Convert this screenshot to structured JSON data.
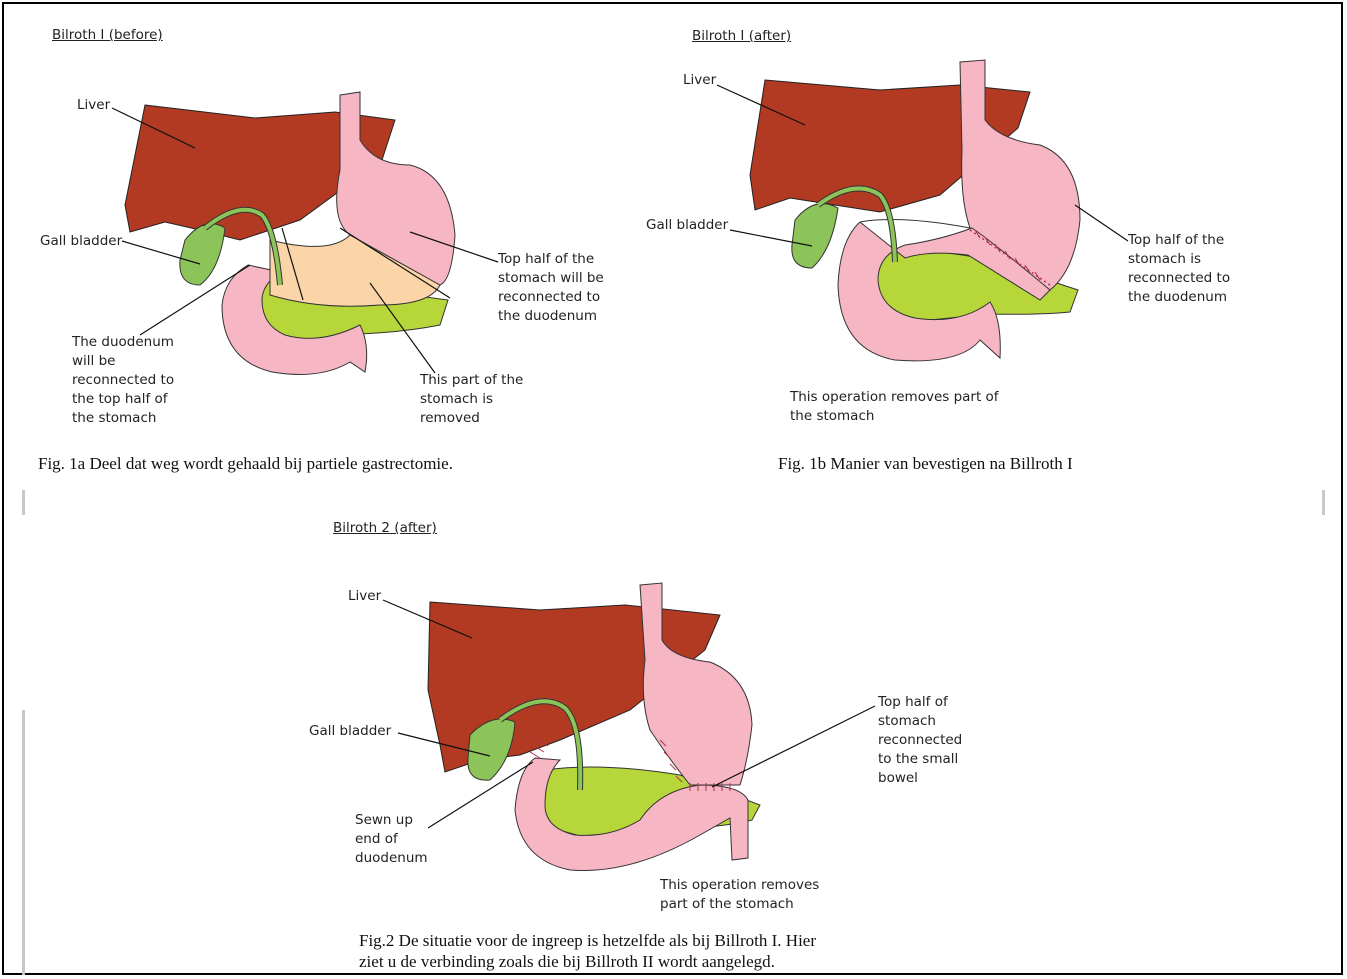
{
  "fig1a": {
    "heading": "Bilroth I (before)",
    "liver": "Liver",
    "gall": "Gall bladder",
    "duodenum_note": [
      "The duodenum",
      "will be",
      "reconnected to",
      "the top half of",
      "the stomach"
    ],
    "top_half_note": [
      "Top half of the",
      "stomach will be",
      "reconnected to",
      "the duodenum"
    ],
    "removed_note": [
      "This part of the",
      "stomach is",
      "removed"
    ],
    "caption": "Fig. 1a Deel dat weg wordt gehaald bij partiele gastrectomie."
  },
  "fig1b": {
    "heading": "Bilroth I (after)",
    "liver": "Liver",
    "gall": "Gall bladder",
    "top_half_note": [
      "Top half of the",
      "stomach is",
      "reconnected to",
      "the duodenum"
    ],
    "operation_note": [
      "This operation removes part of",
      "the stomach"
    ],
    "caption": "Fig. 1b Manier van bevestigen na Billroth I"
  },
  "fig2": {
    "heading": "Bilroth 2 (after)",
    "liver": "Liver",
    "gall": "Gall bladder",
    "top_half_note": [
      "Top half of",
      "stomach",
      "reconnected",
      "to the small",
      "bowel"
    ],
    "sewn_note": [
      "Sewn up",
      "end of",
      "duodenum"
    ],
    "operation_note": [
      "This operation removes",
      "part of the stomach"
    ],
    "caption": [
      "Fig.2 De situatie voor de ingreep is hetzelfde als bij Billroth I. Hier",
      "ziet u de verbinding zoals die bij Billroth II  wordt aangelegd."
    ]
  },
  "colors": {
    "liver": "#b23a22",
    "stomach": "#f7b6c4",
    "removed": "#fbd5a8",
    "pancreas": "#b6d63a",
    "gall": "#8cc45a"
  }
}
